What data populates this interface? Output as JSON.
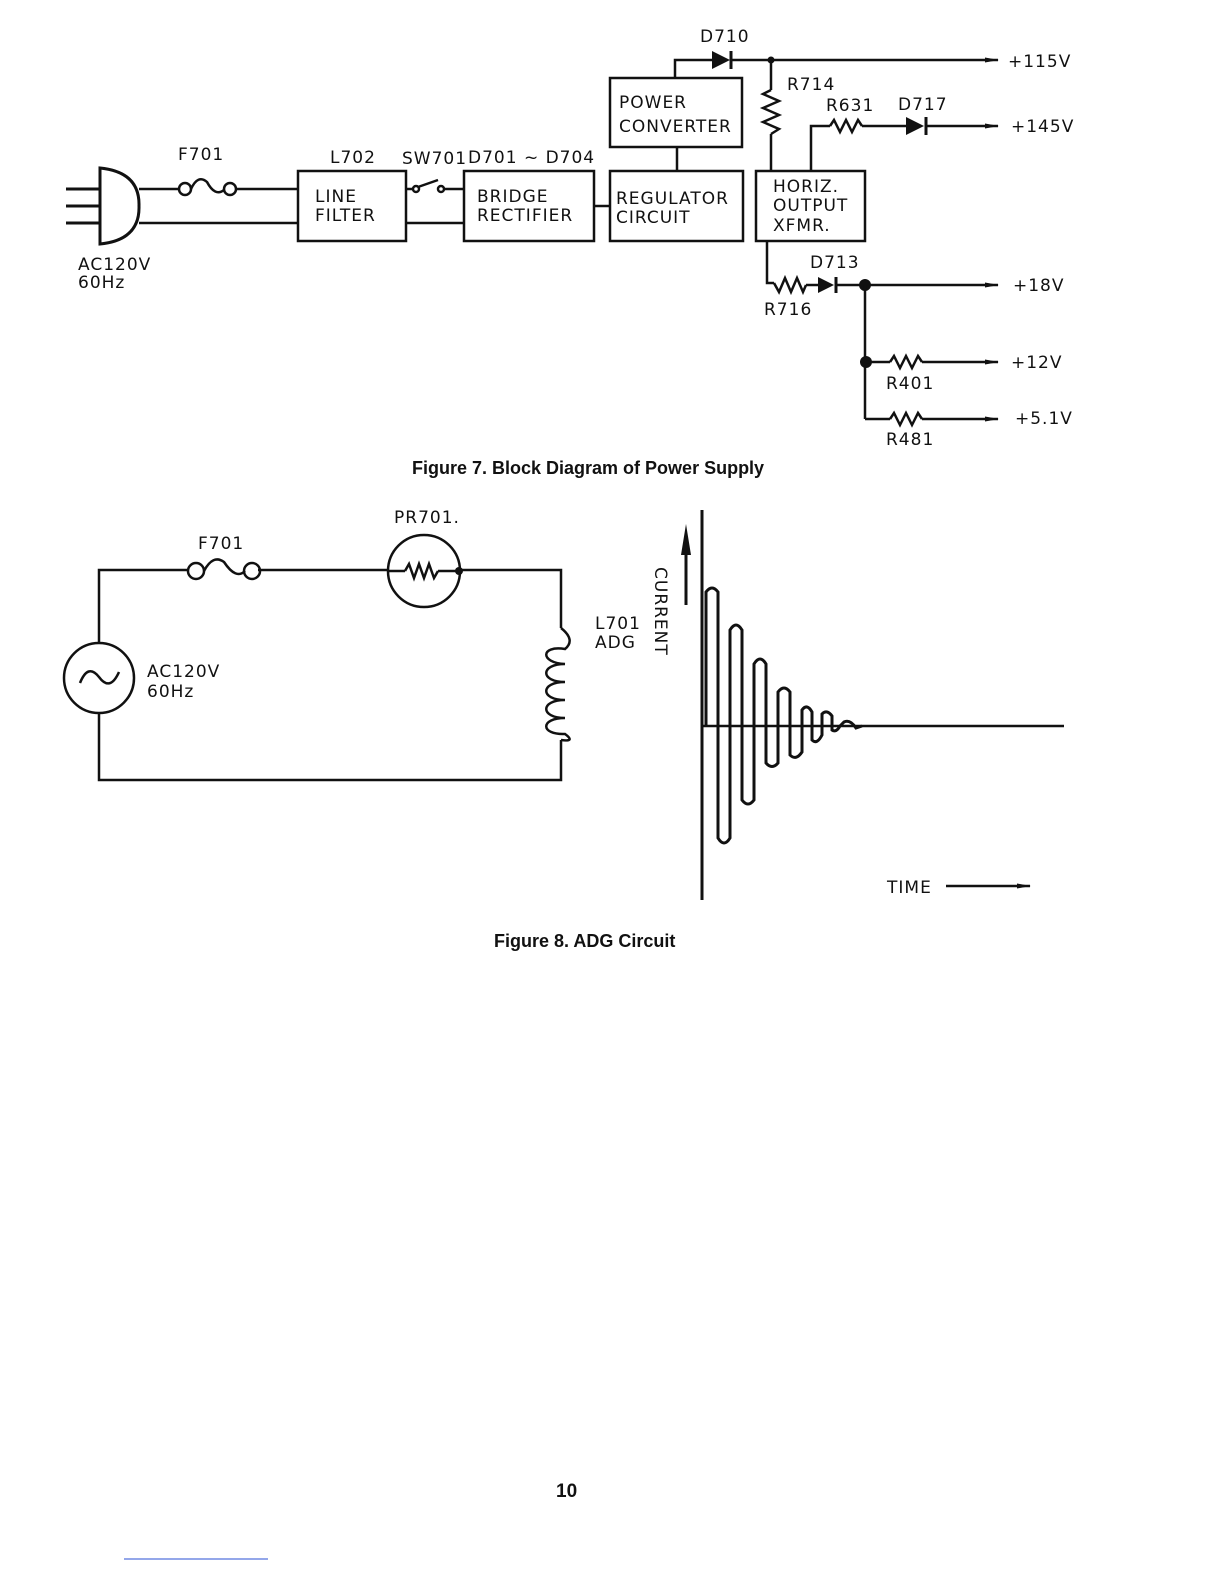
{
  "fig7": {
    "caption": "Figure 7.  Block Diagram of Power Supply",
    "input_voltage": "AC120V",
    "input_freq": "60Hz",
    "fuse": "F701",
    "line_filter_ref": "L702",
    "line_filter_line1": "LINE",
    "line_filter_line2": "FILTER",
    "switch": "SW701",
    "rectifier_ref": "D701 ~ D704",
    "rectifier_line1": "BRIDGE",
    "rectifier_line2": "RECTIFIER",
    "regulator_line1": "REGULATOR",
    "regulator_line2": "CIRCUIT",
    "converter_line1": "POWER",
    "converter_line2": "CONVERTER",
    "horiz_line1": "HORIZ.",
    "horiz_line2": "OUTPUT",
    "horiz_line3": "XFMR.",
    "d710": "D710",
    "r714": "R714",
    "r631": "R631",
    "d717": "D717",
    "d713": "D713",
    "r716": "R716",
    "r401": "R401",
    "r481": "R481",
    "out_115": "+115V",
    "out_145": "+145V",
    "out_18": "+18V",
    "out_12": "+12V",
    "out_51": "+5.1V"
  },
  "fig8": {
    "caption": "Figure 8.  ADG Circuit",
    "fuse": "F701",
    "thermistor": "PR701.",
    "source_voltage": "AC120V",
    "source_freq": "60Hz",
    "coil_ref": "L701",
    "coil_name": "ADG",
    "y_axis": "CURRENT",
    "x_axis": "TIME"
  },
  "page_number": "10"
}
